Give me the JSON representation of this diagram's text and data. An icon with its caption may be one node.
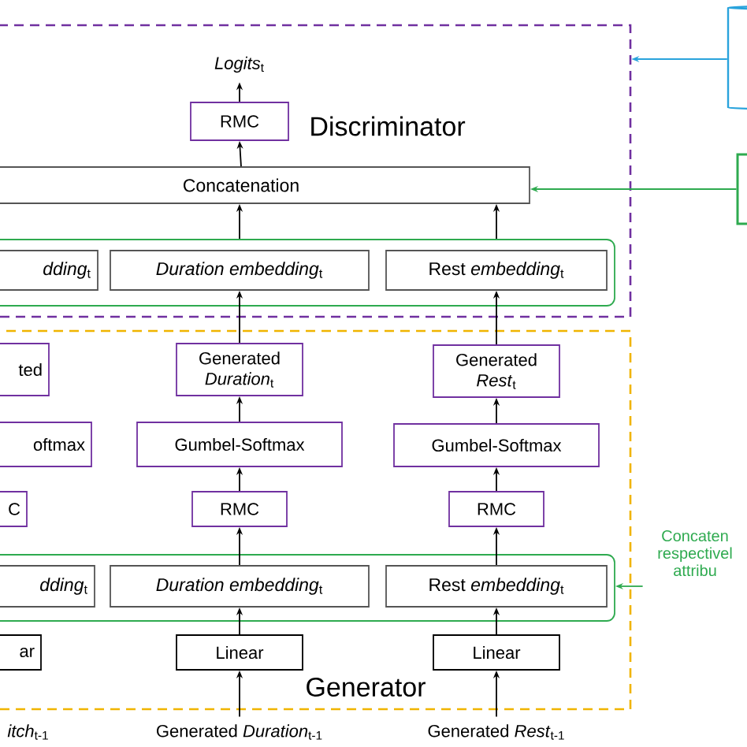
{
  "diagram": {
    "nodes": [
      {
        "text": [
          "Discriminator"
        ]
      },
      {
        "text": [
          "*Logits*$_{t}$"
        ],
        "in": 0
      },
      {
        "text": [
          "RMC"
        ],
        "in": 0
      },
      {
        "text": [
          "Concatenation"
        ],
        "in": 0
      },
      {
        "text": [],
        "shape": "box",
        "in": 0
      },
      {
        "text": [
          "*dding*$_{t}$"
        ],
        "in": 4
      },
      {
        "text": [
          "*Duration embedding*$_{t}$"
        ],
        "in": 4
      },
      {
        "text": [
          "Rest *embedding*$_{t}$"
        ],
        "in": 4
      },
      {
        "text": [],
        "shape": "cylinder"
      },
      {
        "text": [],
        "shape": "box"
      },
      {
        "text": [
          "Generator"
        ]
      },
      {
        "text": [
          "ted"
        ],
        "in": 10
      },
      {
        "text": [
          "Generated *Duration*$_{t}$"
        ],
        "in": 10
      },
      {
        "text": [
          "Generated *Rest*$_{t}$"
        ],
        "in": 10
      },
      {
        "text": [
          "oftmax"
        ],
        "in": 10
      },
      {
        "text": [
          "Gumbel-Softmax"
        ],
        "in": 10
      },
      {
        "text": [
          "Gumbel-Softmax"
        ],
        "in": 10
      },
      {
        "text": [
          "C"
        ],
        "in": 10
      },
      {
        "text": [
          "RMC"
        ],
        "in": 10
      },
      {
        "text": [
          "RMC"
        ],
        "in": 10
      },
      {
        "text": [],
        "shape": "box",
        "in": 10
      },
      {
        "text": [
          "*dding*$_{t}$"
        ],
        "in": 20
      },
      {
        "text": [
          "*Duration embedding*$_{t}$"
        ],
        "in": 20
      },
      {
        "text": [
          "Rest *embedding*$_{t}$"
        ],
        "in": 20
      },
      {
        "text": [
          "ar"
        ],
        "in": 10
      },
      {
        "text": [
          "Linear"
        ],
        "in": 10
      },
      {
        "text": [
          "Linear"
        ],
        "in": 10
      },
      {
        "text": [
          "Concaten respectivel attribu"
        ]
      },
      {
        "text": [
          "*itch*$_{t-1}$"
        ]
      },
      {
        "text": [
          "Generated *Duration*$_{t-1}$"
        ]
      },
      {
        "text": [
          "Generated *Rest*$_{t-1}$"
        ]
      }
    ],
    "edges": [
      {
        "from": 2,
        "to": 1,
        "arrow": "to"
      },
      {
        "from": 3,
        "to": 2,
        "arrow": "to"
      },
      {
        "from": 6,
        "to": 3,
        "arrow": "to"
      },
      {
        "from": 7,
        "to": 3,
        "arrow": "to"
      },
      {
        "from": 8,
        "to": 0,
        "arrow": "to",
        "color": "#29a3dc"
      },
      {
        "from": 9,
        "to": 3,
        "arrow": "to",
        "color": "#2eaa4f"
      },
      {
        "from": 12,
        "to": 6,
        "arrow": "to"
      },
      {
        "from": 13,
        "to": 7,
        "arrow": "to"
      },
      {
        "from": 15,
        "to": 12,
        "arrow": "to"
      },
      {
        "from": 16,
        "to": 13,
        "arrow": "to"
      },
      {
        "from": 18,
        "to": 15,
        "arrow": "to"
      },
      {
        "from": 19,
        "to": 16,
        "arrow": "to"
      },
      {
        "from": 22,
        "to": 18,
        "arrow": "to"
      },
      {
        "from": 23,
        "to": 19,
        "arrow": "to"
      },
      {
        "from": 25,
        "to": 22,
        "arrow": "to"
      },
      {
        "from": 26,
        "to": 23,
        "arrow": "to"
      },
      {
        "from": 29,
        "to": 25,
        "arrow": "to"
      },
      {
        "from": 30,
        "to": 26,
        "arrow": "to"
      },
      {
        "from": 27,
        "to": 20,
        "arrow": "to",
        "color": "#2eaa4f"
      }
    ]
  }
}
